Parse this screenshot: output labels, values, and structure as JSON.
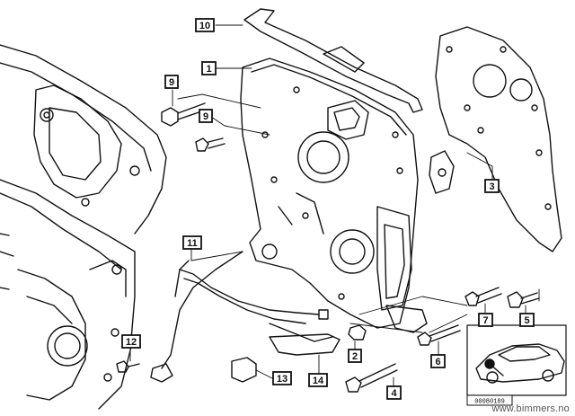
{
  "diagram": {
    "callouts": [
      {
        "id": "c10",
        "label": "10"
      },
      {
        "id": "c1",
        "label": "1"
      },
      {
        "id": "c9a",
        "label": "9"
      },
      {
        "id": "c9b",
        "label": "9"
      },
      {
        "id": "c3",
        "label": "3"
      },
      {
        "id": "c11",
        "label": "11"
      },
      {
        "id": "c7",
        "label": "7"
      },
      {
        "id": "c5",
        "label": "5"
      },
      {
        "id": "c12",
        "label": "12"
      },
      {
        "id": "c2",
        "label": "2"
      },
      {
        "id": "c6",
        "label": "6"
      },
      {
        "id": "c13",
        "label": "13"
      },
      {
        "id": "c14",
        "label": "14"
      },
      {
        "id": "c4",
        "label": "4"
      }
    ],
    "inset_code": "00080189",
    "watermark": "www.bimmers.no"
  },
  "colors": {
    "ink": "#111111",
    "paper": "#ffffff"
  }
}
